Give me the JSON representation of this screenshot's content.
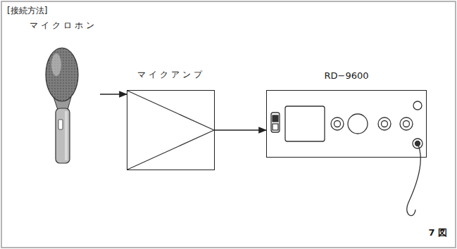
{
  "diagram": {
    "title": "[接続方法]",
    "caption": "7 図",
    "nodes": [
      {
        "text": [
          "マイクロホン"
        ]
      },
      {
        "text": [
          "マイクアンプ"
        ]
      },
      {
        "text": [
          "RD−9600"
        ]
      }
    ],
    "edges": [
      {
        "from": 0,
        "to": 1,
        "arrow": "to"
      },
      {
        "from": 1,
        "to": 2,
        "arrow": "to"
      }
    ]
  }
}
